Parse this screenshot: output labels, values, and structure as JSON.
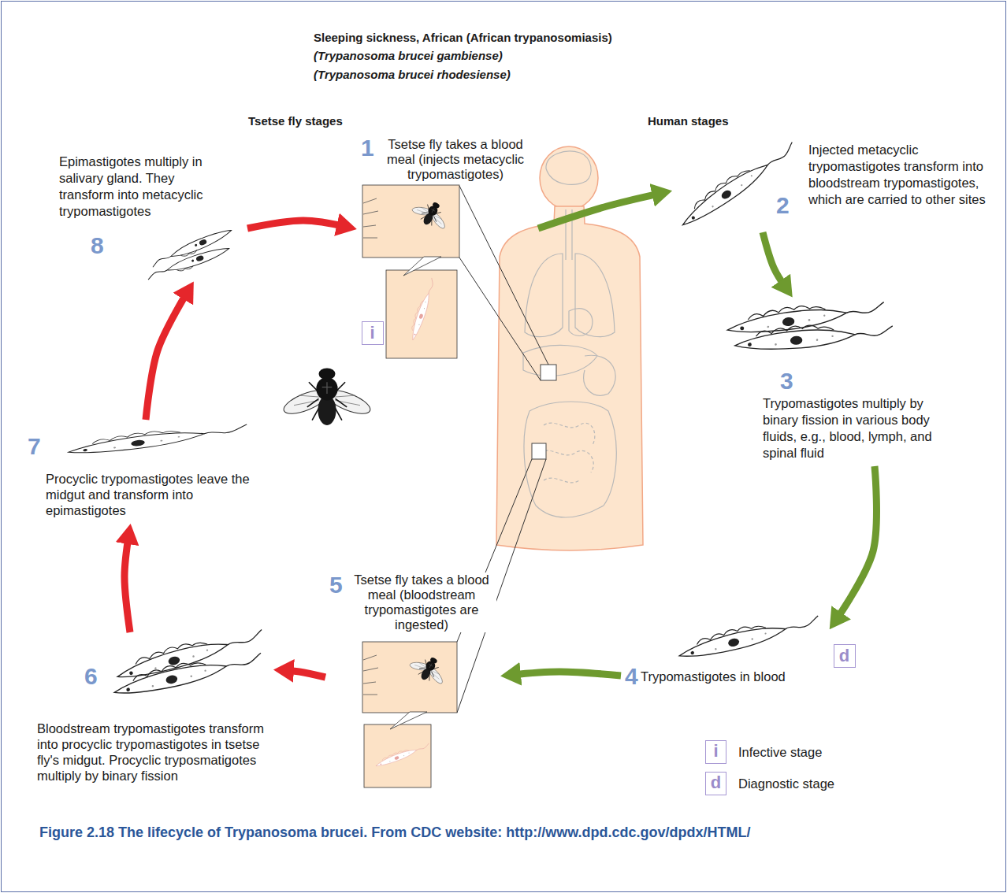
{
  "diagram": {
    "title": "Sleeping sickness, African (African trypanosomiasis)",
    "caption": "Figure 2.18 The lifecycle of Trypanosoma brucei. From CDC website: http://www.dpd.cdc.gov/dpdx/HTML/",
    "nodes": [
      {
        "text": [
          "1",
          "Tsetse fly takes a blood meal (injects metacyclic trypomastigotes)"
        ]
      },
      {
        "text": [
          "2",
          "Injected metacyclic trypomastigotes transform into bloodstream trypomastigotes, which are carried to other sites"
        ]
      },
      {
        "text": [
          "3",
          "Trypomastigotes multiply by binary fission in various body fluids, e.g., blood, lymph, and spinal fluid"
        ]
      },
      {
        "text": [
          "4",
          "Trypomastigotes in blood"
        ]
      },
      {
        "text": [
          "5",
          "Tsetse fly takes a blood meal (bloodstream trypomastigotes are ingested)"
        ]
      },
      {
        "text": [
          "6",
          "Bloodstream trypomastigotes transform into procyclic trypomastigotes in tsetse fly's midgut. Procyclic tryposmatigotes multiply by binary fission"
        ]
      },
      {
        "text": [
          "7",
          "Procyclic trypomastigotes leave the midgut and transform into epimastigotes"
        ]
      },
      {
        "text": [
          "8",
          "Epimastigotes multiply in salivary gland. They transform into metacyclic trypomastigotes"
        ]
      },
      {
        "text": [
          "i"
        ]
      },
      {
        "text": [
          "d"
        ]
      }
    ],
    "edges": [
      {
        "from": 0,
        "to": 1,
        "arrow": "to"
      },
      {
        "from": 1,
        "to": 2,
        "arrow": "to"
      },
      {
        "from": 2,
        "to": 3,
        "arrow": "to"
      },
      {
        "from": 3,
        "to": 4,
        "arrow": "to"
      },
      {
        "from": 4,
        "to": 5,
        "arrow": "to"
      },
      {
        "from": 5,
        "to": 6,
        "arrow": "to"
      },
      {
        "from": 6,
        "to": 7,
        "arrow": "to"
      },
      {
        "from": 7,
        "to": 0,
        "arrow": "to"
      }
    ],
    "labels": [
      "(Trypanosoma brucei gambiense)",
      "(Trypanosoma brucei rhodesiense)",
      "Tsetse fly stages",
      "Human stages",
      "i",
      "d"
    ],
    "legend": [
      {
        "text": "Infective stage"
      },
      {
        "text": "Diagnostic stage"
      }
    ]
  }
}
